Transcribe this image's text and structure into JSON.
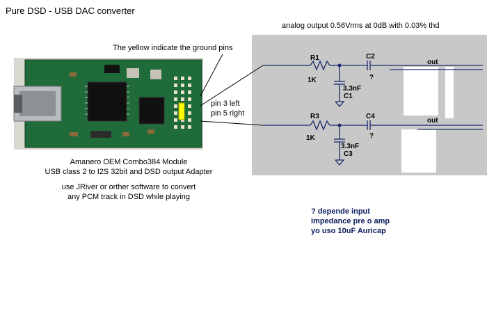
{
  "title": "Pure DSD - USB DAC converter",
  "analog_note": "analog output 0.56Vrms at 0dB with 0.03% thd",
  "yellow_note": "The yellow indicate the ground pins",
  "pin_note": {
    "line1": "pin 3 left",
    "line2": "pin 5 right"
  },
  "module_caption": {
    "line1": "Amanero  OEM Combo384 Module",
    "line2": "USB class 2 to I2S 32bit and DSD output Adapter"
  },
  "software_note": {
    "line1": "use JRiver or orther software to convert",
    "line2": "any PCM track in DSD while playing"
  },
  "cap_note": {
    "line1": "? depende input",
    "line2": "impedance pre o amp",
    "line3": "yo uso 10uF Auricap"
  },
  "schematic": {
    "R1": "R1",
    "R1_value": "1K",
    "C1": "C1",
    "C1_value": "3.3nF",
    "C2": "C2",
    "C2_value": "?",
    "R3": "R3",
    "R3_value": "1K",
    "C3": "C3",
    "C3_value": "3.3nF",
    "C4": "C4",
    "C4_value": "?",
    "out_top": "out",
    "out_bottom": "out"
  },
  "colors": {
    "panel_bg": "#c8c8c8",
    "wire": "#1a2a6c",
    "pcb_green": "#1f6b3a",
    "ground_pin_yellow": "#ffff00"
  }
}
